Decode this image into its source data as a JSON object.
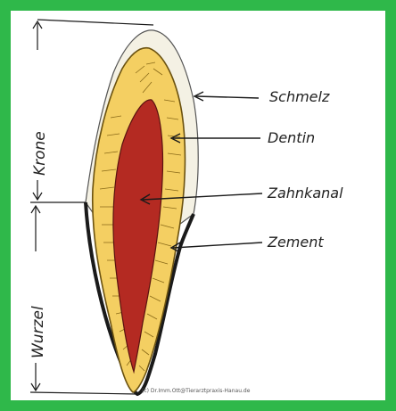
{
  "labels": {
    "schmelz": "Schmelz",
    "dentin": "Dentin",
    "zahnkanal": "Zahnkanal",
    "zement": "Zement",
    "krone": "Krone",
    "wurzel": "Wurzel"
  },
  "credit": "(c) Dr.Imm.Ott@Tierarztpraxis-Hanau.de",
  "colors": {
    "frame": "#2fb84a",
    "enamel": "#f4f1e4",
    "dentin": "#f4cf62",
    "pulp": "#b42a22",
    "outline": "#1a1a1a"
  }
}
